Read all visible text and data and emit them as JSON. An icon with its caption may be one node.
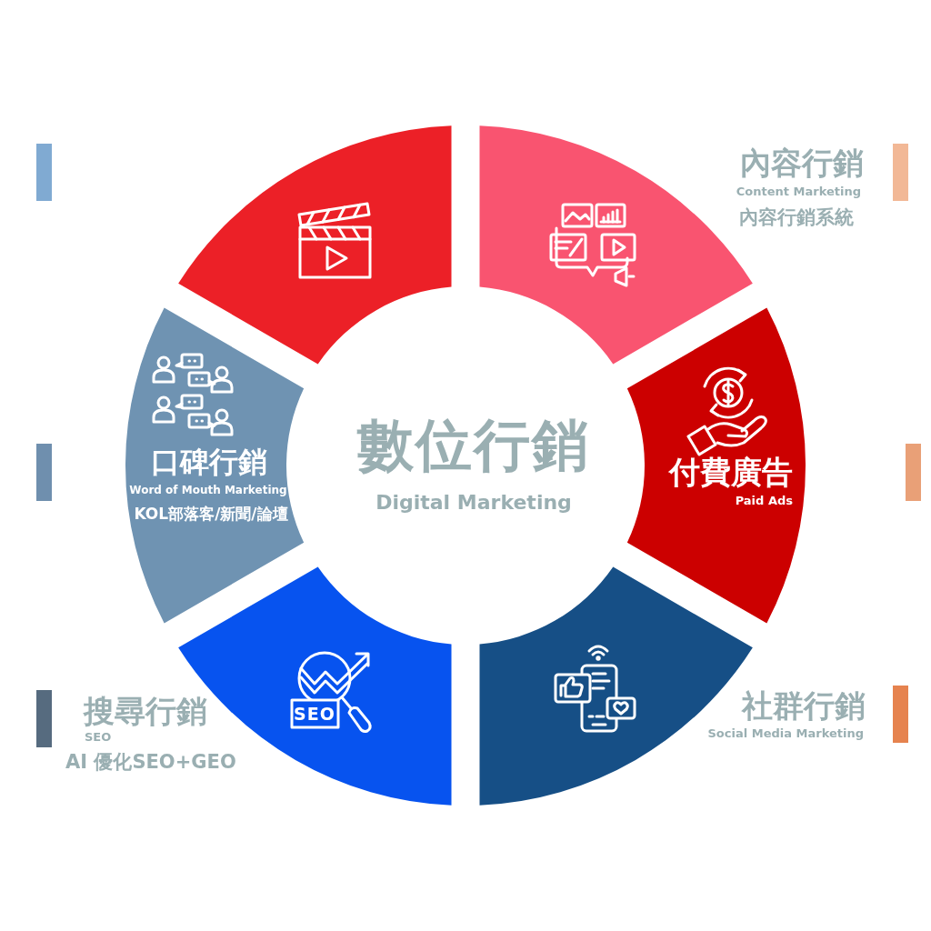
{
  "diagram": {
    "nodes": [
      {
        "text": [
          "數位行銷",
          "Digital Marketing"
        ]
      },
      {
        "text": [],
        "shape": "segment"
      },
      {
        "text": [],
        "shape": "segment",
        "beside": [
          "內容行銷",
          "Content Marketing",
          "內容行銷系統"
        ]
      },
      {
        "text": [
          "付費廣告",
          "Paid Ads"
        ]
      },
      {
        "text": [],
        "shape": "segment",
        "beside": [
          "社群行銷",
          "Social Media Marketing"
        ]
      },
      {
        "text": [],
        "shape": "segment",
        "beside": [
          "搜尋行銷",
          "SEO",
          "AI 優化SEO+GEO"
        ]
      },
      {
        "text": [
          "口碑行銷",
          "Word of Mouth Marketing",
          "KOL部落客/新聞/論壇"
        ]
      }
    ],
    "labels": [
      "SEO"
    ]
  }
}
